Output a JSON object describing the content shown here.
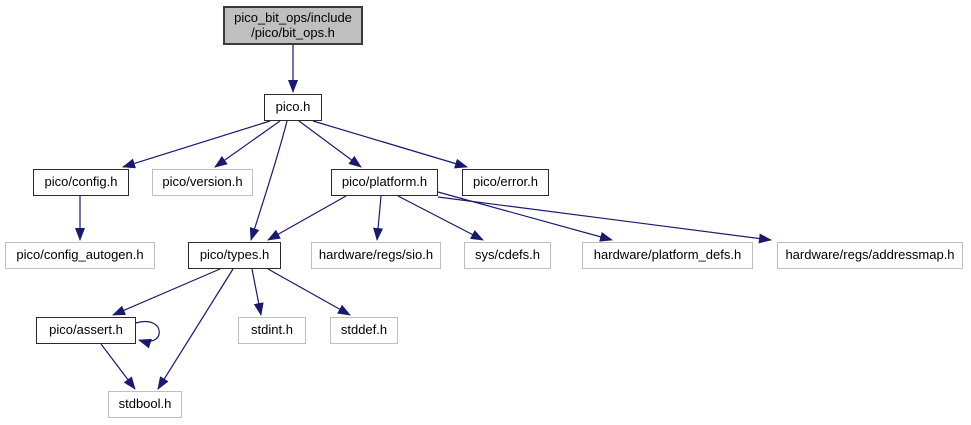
{
  "diagram": {
    "kind": "include-dependency-graph",
    "arrow_color": "#191970",
    "root_fill": "#bfbfbf",
    "documented_border": "#2b2b2b",
    "external_border": "#bfbfbf"
  },
  "nodes": {
    "bit_ops": {
      "line1": "pico_bit_ops/include",
      "line2": "/pico/bit_ops.h"
    },
    "pico": {
      "label": "pico.h"
    },
    "config": {
      "label": "pico/config.h"
    },
    "version": {
      "label": "pico/version.h"
    },
    "platform": {
      "label": "pico/platform.h"
    },
    "error": {
      "label": "pico/error.h"
    },
    "config_autogen": {
      "label": "pico/config_autogen.h"
    },
    "types": {
      "label": "pico/types.h"
    },
    "sio": {
      "label": "hardware/regs/sio.h"
    },
    "cdefs": {
      "label": "sys/cdefs.h"
    },
    "platform_defs": {
      "label": "hardware/platform_defs.h"
    },
    "addressmap": {
      "label": "hardware/regs/addressmap.h"
    },
    "assert": {
      "label": "pico/assert.h"
    },
    "stdint": {
      "label": "stdint.h"
    },
    "stddef": {
      "label": "stddef.h"
    },
    "stdbool": {
      "label": "stdbool.h"
    }
  },
  "edges": [
    {
      "from": "pico_bit_ops/include/pico/bit_ops.h",
      "to": "pico.h"
    },
    {
      "from": "pico.h",
      "to": "pico/config.h"
    },
    {
      "from": "pico.h",
      "to": "pico/version.h"
    },
    {
      "from": "pico.h",
      "to": "pico/types.h"
    },
    {
      "from": "pico.h",
      "to": "pico/platform.h"
    },
    {
      "from": "pico.h",
      "to": "pico/error.h"
    },
    {
      "from": "pico/config.h",
      "to": "pico/config_autogen.h"
    },
    {
      "from": "pico/platform.h",
      "to": "pico/types.h"
    },
    {
      "from": "pico/platform.h",
      "to": "hardware/regs/sio.h"
    },
    {
      "from": "pico/platform.h",
      "to": "sys/cdefs.h"
    },
    {
      "from": "pico/platform.h",
      "to": "hardware/platform_defs.h"
    },
    {
      "from": "pico/platform.h",
      "to": "hardware/regs/addressmap.h"
    },
    {
      "from": "pico/types.h",
      "to": "pico/assert.h"
    },
    {
      "from": "pico/types.h",
      "to": "stdint.h"
    },
    {
      "from": "pico/types.h",
      "to": "stddef.h"
    },
    {
      "from": "pico/types.h",
      "to": "stdbool.h"
    },
    {
      "from": "pico/assert.h",
      "to": "pico/assert.h"
    },
    {
      "from": "pico/assert.h",
      "to": "stdbool.h"
    }
  ]
}
